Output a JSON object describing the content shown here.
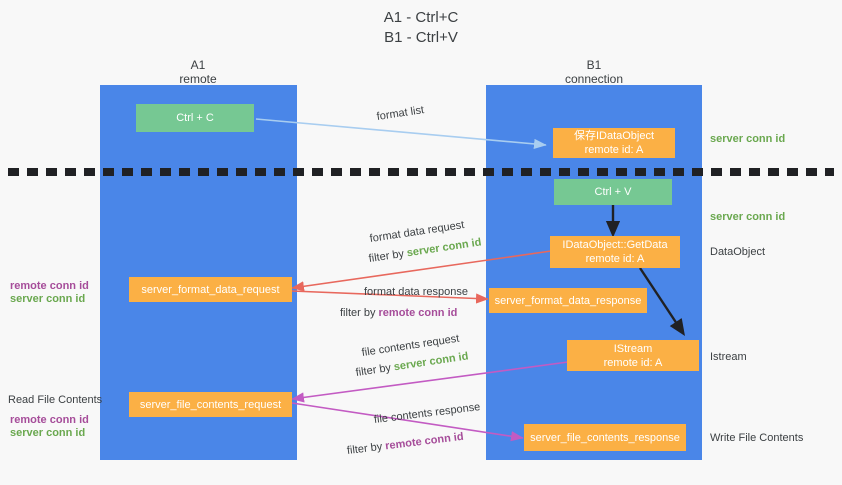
{
  "title": {
    "line1": "A1 - Ctrl+C",
    "line2": "B1 - Ctrl+V"
  },
  "lanes": [
    {
      "id": "A1",
      "name": "A1",
      "role": "remote",
      "color": "#4a86e8"
    },
    {
      "id": "B1",
      "name": "B1",
      "role": "connection",
      "color": "#4a86e8"
    }
  ],
  "nodes": {
    "ctrl_c": {
      "label": "Ctrl + C",
      "color": "#76c893"
    },
    "save_dataobject": {
      "label": "保存IDataObject",
      "sub": "remote id: A",
      "color": "#fbb045"
    },
    "ctrl_v": {
      "label": "Ctrl + V",
      "color": "#76c893"
    },
    "getdata": {
      "label": "IDataObject::GetData",
      "sub": "remote id: A",
      "color": "#fbb045"
    },
    "server_format_data_request": {
      "label": "server_format_data_request",
      "color": "#fbb045"
    },
    "server_format_data_response": {
      "label": "server_format_data_response",
      "color": "#fbb045"
    },
    "istream": {
      "label": "IStream",
      "sub": "remote id: A",
      "color": "#fbb045"
    },
    "server_file_contents_request": {
      "label": "server_file_contents_request",
      "color": "#fbb045"
    },
    "server_file_contents_response": {
      "label": "server_file_contents_response",
      "color": "#fbb045"
    }
  },
  "edge_labels": {
    "format_list": "format list",
    "format_data_request": "format data request",
    "format_data_request_filter_pre": "filter by ",
    "format_data_request_filter_key": "server conn id",
    "format_data_response": "format data response",
    "format_data_response_filter_pre": "filter by ",
    "format_data_response_filter_key": "remote conn id",
    "file_contents_request": "file contents request",
    "file_contents_request_filter_pre": "filter by ",
    "file_contents_request_filter_key": "server conn id",
    "file_contents_response": "file contents response",
    "file_contents_response_filter_pre": "filter by ",
    "file_contents_response_filter_key": "remote conn id"
  },
  "annotations": {
    "right_server_conn_id_1": "server conn id",
    "right_server_conn_id_2": "server conn id",
    "right_dataobject": "DataObject",
    "right_istream": "Istream",
    "right_write_file_contents": "Write File Contents",
    "left_remote_conn_id_1": "remote conn id",
    "left_server_conn_id_1": "server conn id",
    "left_read_file_contents": "Read File Contents",
    "left_remote_conn_id_2": "remote conn id",
    "left_server_conn_id_2": "server conn id"
  },
  "colors": {
    "lane": "#4a86e8",
    "green_node": "#76c893",
    "orange_node": "#fbb045",
    "green_text": "#6aa84f",
    "purple_text": "#a64d9a",
    "blue_arrow": "#a8cdf0",
    "red_arrow": "#e8685d",
    "magenta_arrow": "#c35bc3",
    "dark_arrow": "#202124",
    "background": "#f8f8f8"
  }
}
